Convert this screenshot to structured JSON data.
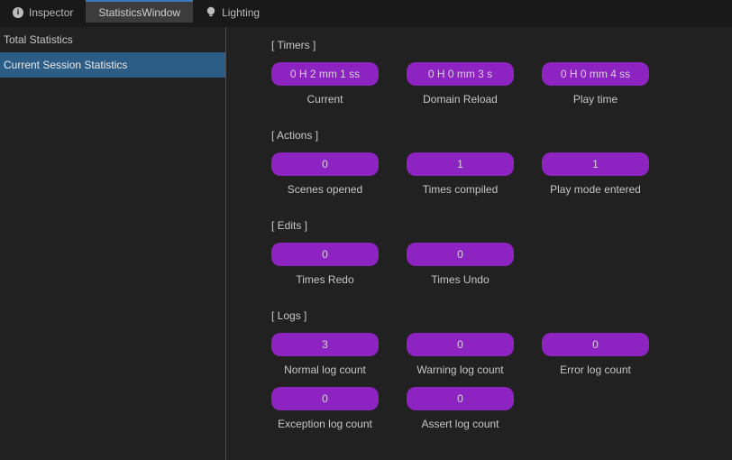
{
  "colors": {
    "pill_purple": "#8d24c2",
    "selection_blue": "#2c5d87",
    "tab_accent_blue": "#3a79bb",
    "panel_background": "#212121",
    "tabbar_background": "#191919"
  },
  "tabs": [
    {
      "label": "Inspector",
      "icon": "info-icon",
      "active": false
    },
    {
      "label": "StatisticsWindow",
      "icon": null,
      "active": true
    },
    {
      "label": "Lighting",
      "icon": "bulb-icon",
      "active": false
    }
  ],
  "sidebar": {
    "items": [
      {
        "label": "Total Statistics",
        "selected": false
      },
      {
        "label": "Current Session Statistics",
        "selected": true
      }
    ]
  },
  "main": {
    "sections": [
      {
        "header": "[ Timers ]",
        "items": [
          {
            "value": "0 H 2 mm 1 ss",
            "label": "Current"
          },
          {
            "value": "0 H 0 mm 3 s",
            "label": "Domain Reload"
          },
          {
            "value": "0 H 0 mm 4 ss",
            "label": "Play time"
          }
        ]
      },
      {
        "header": "[ Actions ]",
        "items": [
          {
            "value": "0",
            "label": "Scenes opened"
          },
          {
            "value": "1",
            "label": "Times compiled"
          },
          {
            "value": "1",
            "label": "Play mode entered"
          }
        ]
      },
      {
        "header": "[ Edits ]",
        "items": [
          {
            "value": "0",
            "label": "Times Redo"
          },
          {
            "value": "0",
            "label": "Times Undo"
          }
        ]
      },
      {
        "header": "[ Logs ]",
        "items": [
          {
            "value": "3",
            "label": "Normal log count"
          },
          {
            "value": "0",
            "label": "Warning log count"
          },
          {
            "value": "0",
            "label": "Error log count"
          },
          {
            "value": "0",
            "label": "Exception log count"
          },
          {
            "value": "0",
            "label": "Assert log count"
          }
        ]
      }
    ]
  }
}
